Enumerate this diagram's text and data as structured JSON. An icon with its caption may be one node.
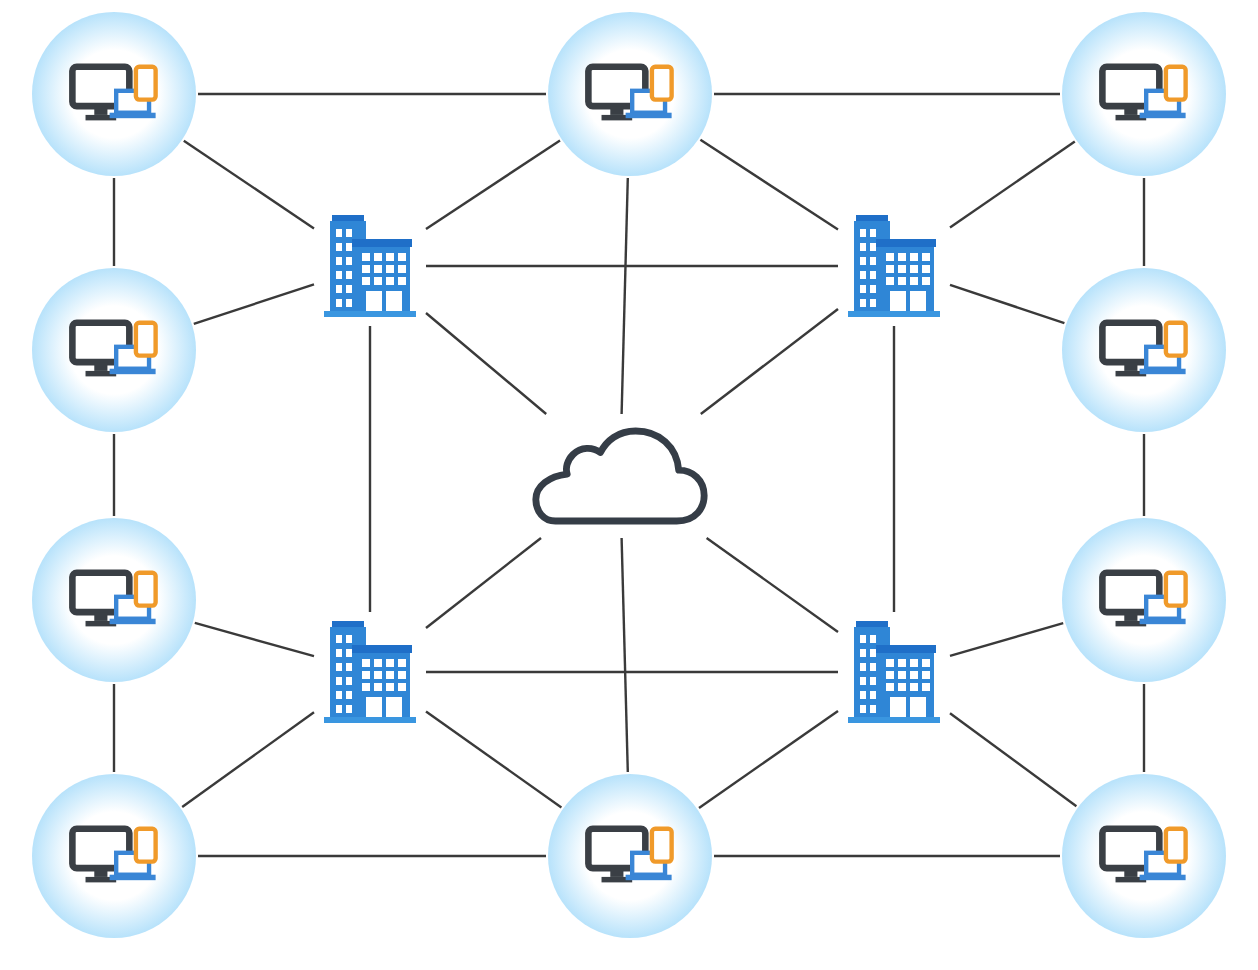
{
  "diagram": {
    "nodes": [
      {
        "text": [],
        "shape": "circle"
      },
      {
        "text": [],
        "shape": "circle"
      },
      {
        "text": [],
        "shape": "circle"
      },
      {
        "text": [],
        "shape": "picture"
      },
      {
        "text": [],
        "shape": "picture"
      },
      {
        "text": [],
        "shape": "circle"
      },
      {
        "text": [],
        "shape": "circle"
      },
      {
        "text": [],
        "shape": "cloud"
      },
      {
        "text": [],
        "shape": "circle"
      },
      {
        "text": [],
        "shape": "circle"
      },
      {
        "text": [],
        "shape": "picture"
      },
      {
        "text": [],
        "shape": "picture"
      },
      {
        "text": [],
        "shape": "circle"
      },
      {
        "text": [],
        "shape": "circle"
      },
      {
        "text": [],
        "shape": "circle"
      }
    ],
    "edges": [
      {
        "from": 0,
        "to": 1,
        "arrow": "none"
      },
      {
        "from": 1,
        "to": 2,
        "arrow": "none"
      },
      {
        "from": 0,
        "to": 5,
        "arrow": "none"
      },
      {
        "from": 5,
        "to": 8,
        "arrow": "none"
      },
      {
        "from": 8,
        "to": 12,
        "arrow": "none"
      },
      {
        "from": 2,
        "to": 6,
        "arrow": "none"
      },
      {
        "from": 6,
        "to": 9,
        "arrow": "none"
      },
      {
        "from": 9,
        "to": 14,
        "arrow": "none"
      },
      {
        "from": 12,
        "to": 13,
        "arrow": "none"
      },
      {
        "from": 13,
        "to": 14,
        "arrow": "none"
      },
      {
        "from": 0,
        "to": 3,
        "arrow": "none"
      },
      {
        "from": 5,
        "to": 3,
        "arrow": "none"
      },
      {
        "from": 1,
        "to": 3,
        "arrow": "none"
      },
      {
        "from": 1,
        "to": 4,
        "arrow": "none"
      },
      {
        "from": 1,
        "to": 7,
        "arrow": "none"
      },
      {
        "from": 3,
        "to": 4,
        "arrow": "none"
      },
      {
        "from": 2,
        "to": 4,
        "arrow": "none"
      },
      {
        "from": 6,
        "to": 4,
        "arrow": "none"
      },
      {
        "from": 3,
        "to": 7,
        "arrow": "none"
      },
      {
        "from": 4,
        "to": 7,
        "arrow": "none"
      },
      {
        "from": 3,
        "to": 10,
        "arrow": "none"
      },
      {
        "from": 4,
        "to": 11,
        "arrow": "none"
      },
      {
        "from": 8,
        "to": 10,
        "arrow": "none"
      },
      {
        "from": 12,
        "to": 10,
        "arrow": "none"
      },
      {
        "from": 9,
        "to": 11,
        "arrow": "none"
      },
      {
        "from": 14,
        "to": 11,
        "arrow": "none"
      },
      {
        "from": 10,
        "to": 7,
        "arrow": "none"
      },
      {
        "from": 11,
        "to": 7,
        "arrow": "none"
      },
      {
        "from": 10,
        "to": 11,
        "arrow": "none"
      },
      {
        "from": 10,
        "to": 13,
        "arrow": "none"
      },
      {
        "from": 11,
        "to": 13,
        "arrow": "none"
      },
      {
        "from": 7,
        "to": 13,
        "arrow": "none"
      }
    ]
  }
}
